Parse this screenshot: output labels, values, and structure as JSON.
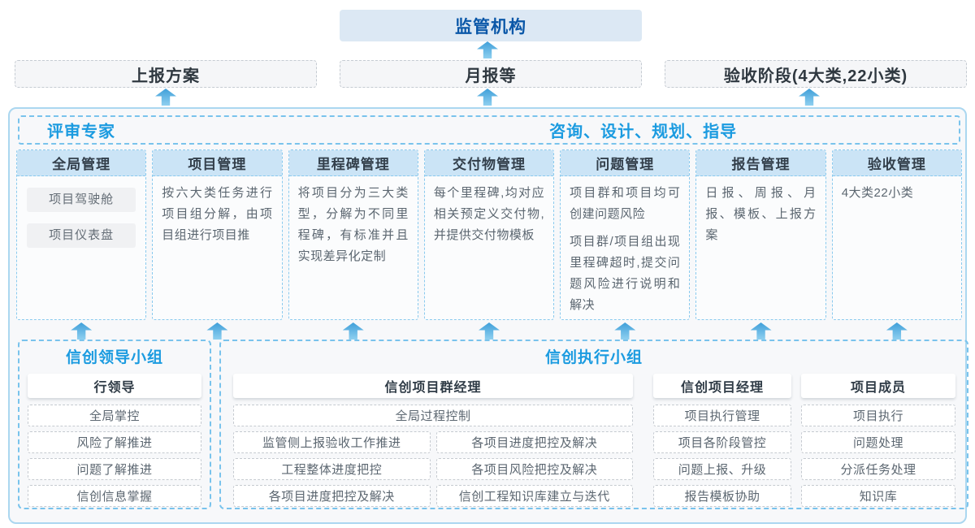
{
  "colors": {
    "accent": "#1b9be0",
    "dark_blue": "#0a57a8",
    "heading_text": "#333f4b",
    "body_text": "#5b6670",
    "arrow_top": "#3f9fd9",
    "arrow_bottom": "#8fd0f0",
    "container_border": "#abd7f0",
    "container_bg": "#f7f8fa",
    "dashed_border": "#79c3ec",
    "column_border": "#8acaee",
    "column_header_bg": "#cbe4f6",
    "report_box_bg": "#f5f6f8",
    "report_box_border": "#c5cbd2",
    "tag_bg": "#f0f1f3",
    "item_border": "#c5cad0"
  },
  "regulator": {
    "label": "监管机构"
  },
  "report_row": [
    {
      "label": "上报方案"
    },
    {
      "label": "月报等"
    },
    {
      "label": "验收阶段(4大类,22小类)"
    }
  ],
  "platform": {
    "expert_title": "评审专家",
    "advisory_title": "咨询、设计、规划、指导",
    "columns": [
      {
        "title": "全局管理",
        "tags": [
          "项目驾驶舱",
          "项目仪表盘"
        ]
      },
      {
        "title": "项目管理",
        "paragraphs": [
          "按六大类任务进行项目组分解，由项目组进行项目推"
        ]
      },
      {
        "title": "里程碑管理",
        "paragraphs": [
          "将项目分为三大类型，分解为不同里程碑，有标准并且实现差异化定制"
        ]
      },
      {
        "title": "交付物管理",
        "paragraphs": [
          "每个里程碑,均对应相关预定义交付物,并提供交付物模板"
        ]
      },
      {
        "title": "问题管理",
        "paragraphs": [
          "项目群和项目均可创建问题风险",
          "项目群/项目组出现里程碑超时,提交问题风险进行说明和解决"
        ]
      },
      {
        "title": "报告管理",
        "paragraphs": [
          "日报、周报、月报、模板、上报方案"
        ]
      },
      {
        "title": "验收管理",
        "paragraphs": [
          "4大类22小类"
        ]
      }
    ]
  },
  "groups": {
    "leader": {
      "title": "信创领导小组",
      "role": "行领导",
      "items": [
        "全局掌控",
        "风险了解推进",
        "问题了解推进",
        "信创信息掌握"
      ]
    },
    "executive": {
      "title": "信创执行小组",
      "program_manager": {
        "role": "信创项目群经理",
        "top_item": "全局过程控制",
        "left_items": [
          "监管侧上报验收工作推进",
          "工程整体进度把控",
          "各项目进度把控及解决"
        ],
        "right_items": [
          "各项目进度把控及解决",
          "各项目风险把控及解决",
          "信创工程知识库建立与迭代"
        ]
      },
      "project_manager": {
        "role": "信创项目经理",
        "items": [
          "项目执行管理",
          "项目各阶段管控",
          "问题上报、升级",
          "报告模板协助"
        ]
      },
      "member": {
        "role": "项目成员",
        "items": [
          "项目执行",
          "问题处理",
          "分派任务处理",
          "知识库"
        ]
      }
    }
  }
}
